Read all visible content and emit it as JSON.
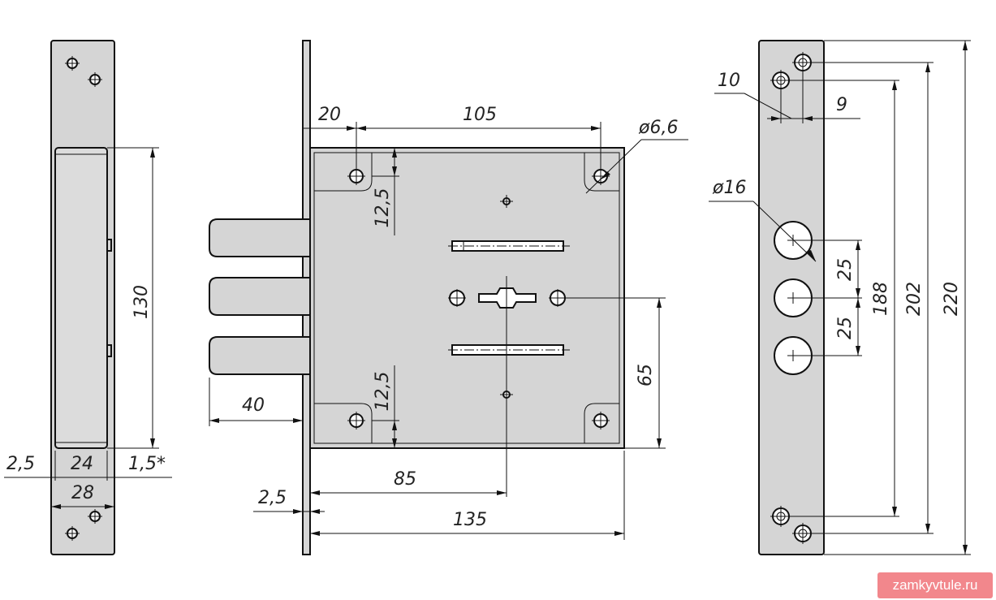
{
  "dimensions": {
    "side_height": "130",
    "side_offset_left": "2,5",
    "side_body_width": "24",
    "side_offset_right": "1,5*",
    "side_plate_width": "28",
    "front_offset": "20",
    "front_hole_spacing": "105",
    "front_hole_diameter": "ø6,6",
    "front_hole_top": "12,5",
    "front_hole_bottom": "12,5",
    "bolt_throw": "40",
    "backset": "85",
    "plate_gap": "2,5",
    "body_depth": "135",
    "key_center": "65",
    "edge_top_offset": "10",
    "edge_screw_offset": "9",
    "bolt_diameter": "ø16",
    "bolt_pitch_1": "25",
    "bolt_pitch_2": "25",
    "edge_span_188": "188",
    "edge_span_202": "202",
    "edge_span_220": "220"
  },
  "watermark": "zamkyvtule.ru"
}
